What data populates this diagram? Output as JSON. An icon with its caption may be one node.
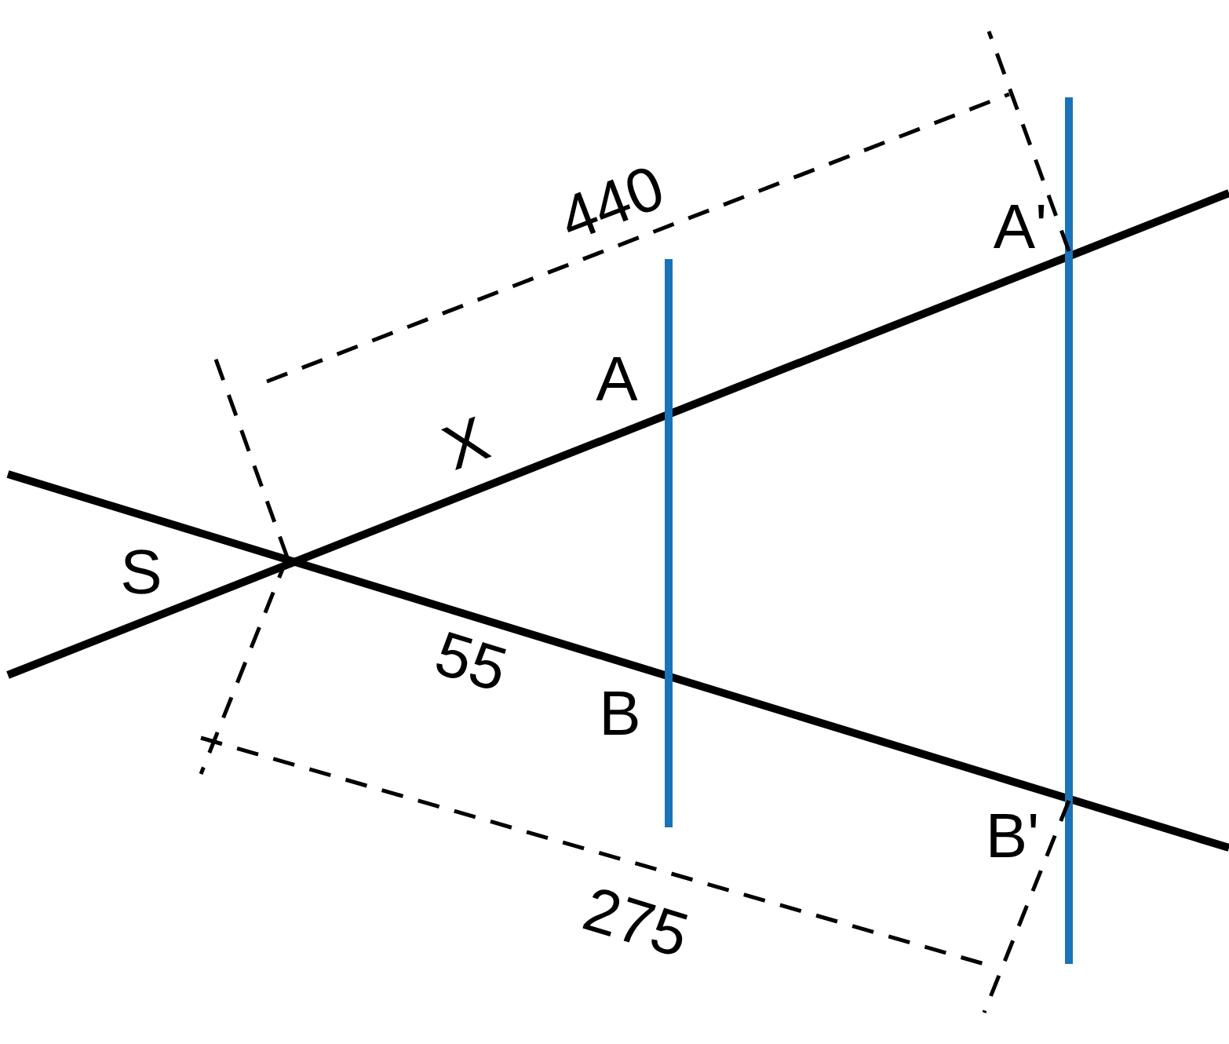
{
  "diagram": {
    "labels": [
      "440",
      "A'",
      "X",
      "A",
      "S",
      "55",
      "B",
      "B'",
      "275"
    ]
  }
}
